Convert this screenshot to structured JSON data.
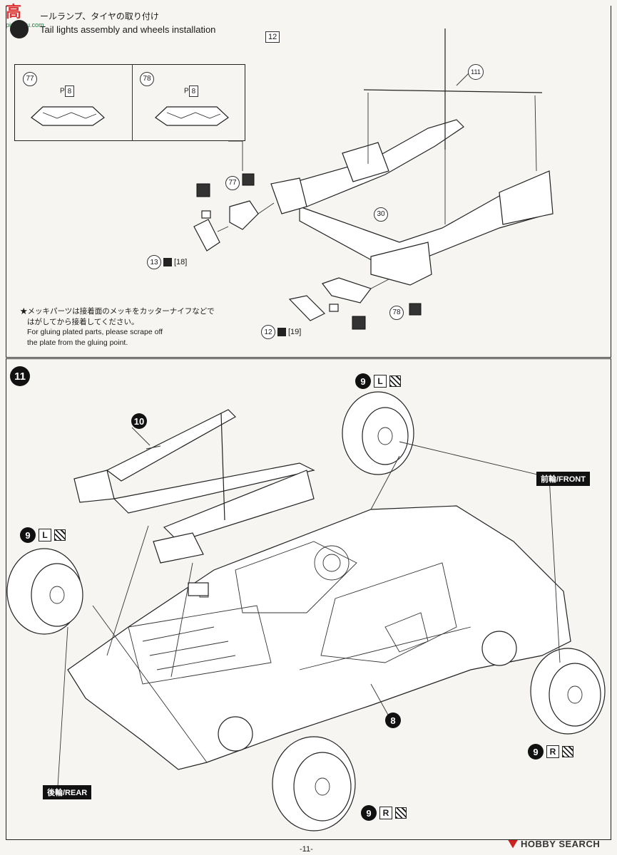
{
  "logo": {
    "line1": "高",
    "line2": "pin.shou.com"
  },
  "step10": {
    "title_jp": "ールランプ、タイヤの取り付け",
    "title_en": "Tail lights assembly and wheels installation",
    "paint_ref_main": "12",
    "inset": [
      {
        "num": "77",
        "paint": "8"
      },
      {
        "num": "78",
        "paint": "8"
      }
    ],
    "parts": {
      "p111": "111",
      "p30": "30",
      "p77": "77",
      "p78": "78",
      "p13": "13",
      "p18": "[18]",
      "p12": "12",
      "p19": "[19]"
    },
    "note_jp_1": "★メッキパーツは接着面のメッキをカッターナイフなどで",
    "note_jp_2": "はがしてから接着してください。",
    "note_en_1": "For gluing plated parts, please scrape off",
    "note_en_2": "the plate from the gluing point."
  },
  "step11": {
    "num": "11",
    "sub10": "10",
    "sub8": "8",
    "wheels": [
      {
        "num": "9",
        "side": "L"
      },
      {
        "num": "9",
        "side": "L"
      },
      {
        "num": "9",
        "side": "R"
      },
      {
        "num": "9",
        "side": "R"
      }
    ],
    "front_label": "前輪/FRONT",
    "rear_label": "後輪/REAR"
  },
  "footer": {
    "page": "-11-",
    "brand": "HOBBY SEARCH"
  }
}
